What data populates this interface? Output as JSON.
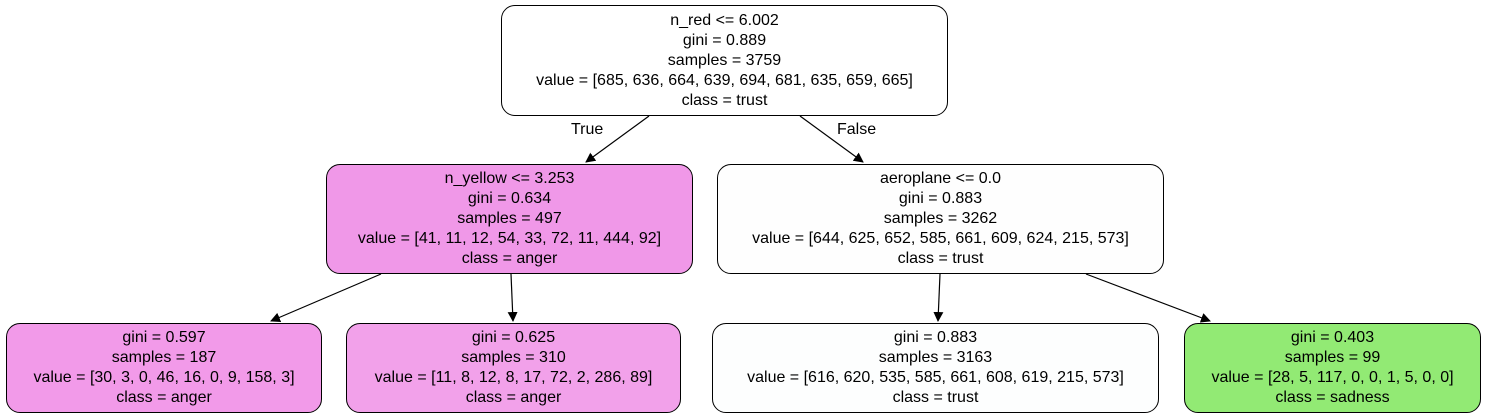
{
  "tree": {
    "root": {
      "lines": [
        "n_red <= 6.002",
        "gini = 0.889",
        "samples = 3759",
        "value = [685, 636, 664, 639, 694, 681, 635, 659, 665]",
        "class = trust"
      ],
      "fill": "#ffffff"
    },
    "left": {
      "lines": [
        "n_yellow <= 3.253",
        "gini = 0.634",
        "samples = 497",
        "value = [41, 11, 12, 54, 33, 72, 11, 444, 92]",
        "class = anger"
      ],
      "fill": "#f098e8"
    },
    "right": {
      "lines": [
        "aeroplane <= 0.0",
        "gini = 0.883",
        "samples = 3262",
        "value = [644, 625, 652, 585, 661, 609, 624, 215, 573]",
        "class = trust"
      ],
      "fill": "#fefefe"
    },
    "leaf_1": {
      "lines": [
        "gini = 0.597",
        "samples = 187",
        "value = [30, 3, 0, 46, 16, 0, 9, 158, 3]",
        "class = anger"
      ],
      "fill": "#f29ae9"
    },
    "leaf_2": {
      "lines": [
        "gini = 0.625",
        "samples = 310",
        "value = [11, 8, 12, 8, 17, 72, 2, 286, 89]",
        "class = anger"
      ],
      "fill": "#f2a1ea"
    },
    "leaf_3": {
      "lines": [
        "gini = 0.883",
        "samples = 3163",
        "value = [616, 620, 535, 585, 661, 608, 619, 215, 573]",
        "class = trust"
      ],
      "fill": "#fdfefe"
    },
    "leaf_4": {
      "lines": [
        "gini = 0.403",
        "samples = 99",
        "value = [28, 5, 117, 0, 0, 1, 5, 0, 0]",
        "class = sadness"
      ],
      "fill": "#92ea74"
    }
  },
  "edge_labels": {
    "true": "True",
    "false": "False"
  }
}
